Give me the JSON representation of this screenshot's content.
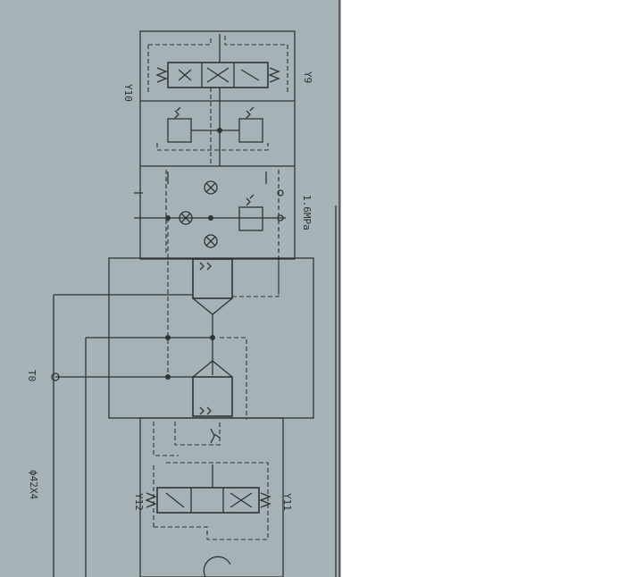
{
  "labels": {
    "y10": "Y10",
    "y9": "Y9",
    "pressure": "1.6MPa",
    "t0": "T0",
    "pipe": "ϕ42X4",
    "y12": "Y12",
    "y11": "Y11"
  },
  "colors": {
    "paper": "#a6b3b6",
    "ink": "#2f3336",
    "background": "#ffffff"
  }
}
